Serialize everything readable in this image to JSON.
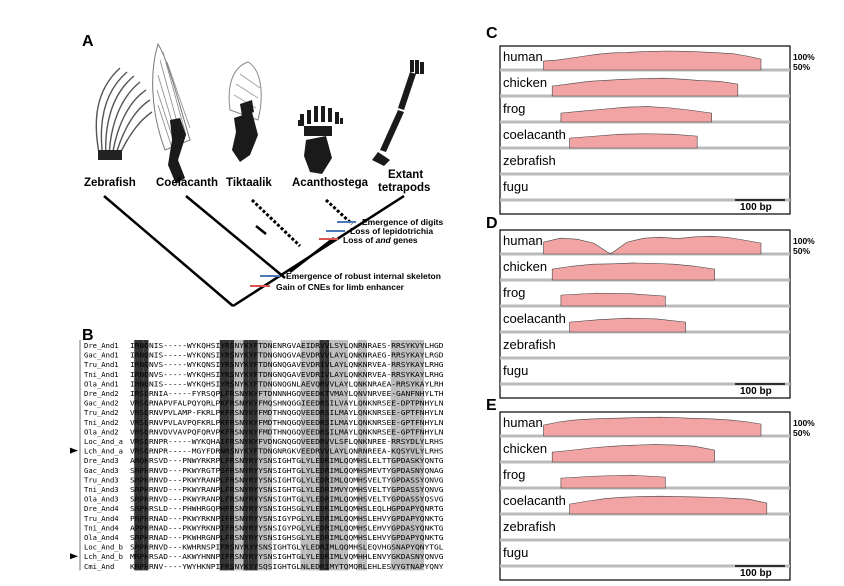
{
  "panel_letters": {
    "A": "A",
    "B": "B",
    "C": "C",
    "D": "D",
    "E": "E"
  },
  "taxa": [
    "Zebrafish",
    "Coelacanth",
    "Tiktaalik",
    "Acanthostega",
    "Extant",
    "tetrapods"
  ],
  "events": [
    {
      "label": "Emergence of digits",
      "color": "#4a78b8"
    },
    {
      "label": "Loss of lepidotrichia",
      "color": "#4a78b8"
    },
    {
      "label_pre": "Loss of ",
      "label_ital": "and",
      "label_post": " genes",
      "color": "#d9534f"
    },
    {
      "label": "Emergence of robust internal skeleton",
      "color": "#4a78b8"
    },
    {
      "label": "Gain of CNEs for limb enhancer",
      "color": "#d9534f"
    }
  ],
  "alignment_rows": [
    {
      "name": "Dre_And1",
      "seq": "IRNQNIS-----WYKQHSIYRSNYKYFTDNENRGVAEIDRVVLSYLQNRNRAES-RRSYKVYLHGD"
    },
    {
      "name": "Gac_And1",
      "seq": "IRNQNIS-----WYKQNSIYRSNYKYFTDNGNQGVAEVDRVVLAYLQNKNRAEG-RRSYKAYLRGD"
    },
    {
      "name": "Tru_And1",
      "seq": "IRNQNVS-----WYKQNSIYRSNYKYFTDNGNQGAVEVDRIVLAYLQNKNRVEA-RRSYKAYLRHGD"
    },
    {
      "name": "Tni_And1",
      "seq": "IRNQNVS-----WYKQHSIYRSNYKYFTDNGNQGAVEVDRIVLAYLQNKNRVEA-RRSYKAYLRHGD"
    },
    {
      "name": "Ola_And1",
      "seq": "IRNQNIS-----WYKQHSIYRSNYKYFTDNGNQGNLAEVQRVVLAYLQNKNRAEA-RRSYKAYLRHGD"
    },
    {
      "name": "Dre_And2",
      "seq": "IRSQRNIA-----FYRSQPLFRSNYKYFTDNNNHGQVEEDKTVMAYLQNVNRVEE-GANFNHYLTHSSD"
    },
    {
      "name": "Gac_And2",
      "seq": "VRSQRNAPVFALPQYQRLPKFRSNYKYFMQSHNQGGIEEDRSILVAYLQNKNRSEE-DPTPNHYLNHSE"
    },
    {
      "name": "Tru_And2",
      "seq": "VRSQRNVPVLAMP-FKRLPKFRSNYKYFMDTHNQGQVEEDRSILMAYLQNKNRSEE-GPTFNHYLNHSE"
    },
    {
      "name": "Tni_And2",
      "seq": "VRSQRNVPVLAVPQFKRLPKFRSNYKYFMDTHNQGQVEEDRSILMAYLQNKNRSEE-GPTFNHYLNHSE"
    },
    {
      "name": "Ola_And2",
      "seq": "VRSQRNVDVVAVPQFQRVPKFRSNYKYFMDTHNQGQVEEDRSILMAYLQNKNRSEE-GPTFNHYLNHSQ"
    },
    {
      "name": "Loc_And_a",
      "seq": "VRSQRNPR-----WYKQHAIFRSNYKYFVDNGNQGQVEEDRVVLSFLQNKNREE-RRSYDLYLRHSQ"
    },
    {
      "name": "Lch_And_a",
      "seq": "VRSQRNPR-----MGYFDRNRSNYKYFTDNGNRGKVEEDRVVLAYLQNRNREEA-KQSYVLYLRHSE",
      "mark": true
    },
    {
      "name": "Dre_And3",
      "seq": "ARQHRSVD---PNWYRKRPLFRSNYRYYSNSIGHTGLYLEDRIMLQQMHSLELTTGPDASKYQNTGL"
    },
    {
      "name": "Gac_And3",
      "seq": "SRPHRNVD---PKWYRGTPSFRSNYRYYSNSIGHTGLYLEDRIMLQQMHSMEVTYGPDASNYQNAGV"
    },
    {
      "name": "Tru_And3",
      "seq": "SRPHRNVD---PKWYRANPLFRSNYRYYSNSIGHTGLYLEDRIMLQQMHSVELTYGPDASSYQNVGV"
    },
    {
      "name": "Tni_And3",
      "seq": "SRPHRNVD---PKWYRANPLFRSNYRYYSNSIGHTGLYLEDRIMVYQMHSVELTYGPDASSYQNVGV"
    },
    {
      "name": "Ola_And3",
      "seq": "SRPHRNVD---PKWYRANPLFRSNYRYYSNSIGHTGLYLEDRIMLQQMHSVELTYGPDASSYQSVGV"
    },
    {
      "name": "Dre_And4",
      "seq": "SRPHRSLD---PHWHRGQPHFRSNYRYYSNSIGHSGLYLEDRIMLQQMHSLEQLHGPDAPYQNRTGH"
    },
    {
      "name": "Tru_And4",
      "seq": "PRPHRNAD---PKWYRKNPIFRSNYRYYSNSIGYPGLYLEDRIMLQQMHSLEHVYGPDAPYQNKTGM"
    },
    {
      "name": "Tni_And4",
      "seq": "APPHRNAD---PKWYRKNPIFRSNYRYYSNSIGYPGLYLEDRIMLQQMHSLEHVYGPDASYQNKTGM"
    },
    {
      "name": "Ola_And4",
      "seq": "SRPHRNAD---PKWHRGNPLFRSNYRYYSNSIGHSGLYLEDRIMLQQMHSLEHVYGPDAPYQNKTGVP"
    },
    {
      "name": "Loc_And_b",
      "seq": "SRPHRNVD---KWHRNSPIFRSNYRYYSNSIGHTGLYLEDRIMLQQMHSLEQVHGSNAPYQNYTGL"
    },
    {
      "name": "Lch_And_b",
      "seq": "MRPHRSAD---AKWYHNNPIFRSNYRYYSNSIGHTGLYLEDRIMLVQMHHLENVYGKDASNYQNVGP",
      "mark": true
    },
    {
      "name": "Cmi_And",
      "seq": "KRPHRNV----YWYHKNPIFRSNYKYYSQSIGHTGLNLEDRIMYTQMQRLEHLESVYGTNAPYQNYTGV"
    }
  ],
  "panel_C": {
    "tracks": [
      {
        "name": "human",
        "cover": [
          0.45,
          0.5,
          0.6,
          0.7,
          0.8,
          0.86,
          0.88,
          0.92,
          0.94,
          0.96,
          0.95,
          0.93,
          0.9,
          0.86,
          0.82,
          0.7,
          0.55
        ]
      },
      {
        "name": "chicken",
        "cover": [
          0.5,
          0.62,
          0.74,
          0.8,
          0.85,
          0.88,
          0.9,
          0.85,
          0.78,
          0.74,
          0.6
        ]
      },
      {
        "name": "frog",
        "cover": [
          0.45,
          0.55,
          0.65,
          0.75,
          0.78,
          0.72,
          0.6,
          0.45
        ]
      },
      {
        "name": "coelacanth",
        "cover": [
          0.5,
          0.6,
          0.7,
          0.72,
          0.7,
          0.6
        ]
      },
      {
        "name": "zebrafish",
        "cover": []
      },
      {
        "name": "fugu",
        "cover": []
      }
    ],
    "pct_top": "100%",
    "pct_mid": "50%",
    "scale": "100 bp"
  },
  "panel_D": {
    "tracks": [
      {
        "name": "human",
        "cover": [
          0.6,
          0.8,
          0.75,
          0.55,
          0.0,
          0.6,
          0.8,
          0.85,
          0.78,
          0.86,
          0.9,
          0.84,
          0.7,
          0.55
        ]
      },
      {
        "name": "chicken",
        "cover": [
          0.55,
          0.7,
          0.8,
          0.82,
          0.86,
          0.84,
          0.8,
          0.7,
          0.55
        ]
      },
      {
        "name": "frog",
        "cover": [
          0.55,
          0.65,
          0.62,
          0.5
        ]
      },
      {
        "name": "coelacanth",
        "cover": [
          0.5,
          0.62,
          0.7,
          0.66,
          0.5
        ]
      },
      {
        "name": "zebrafish",
        "cover": []
      },
      {
        "name": "fugu",
        "cover": []
      }
    ],
    "pct_top": "100%",
    "pct_mid": "50%",
    "scale": "100 bp"
  },
  "panel_E": {
    "tracks": [
      {
        "name": "human",
        "cover": [
          0.55,
          0.7,
          0.8,
          0.85,
          0.88,
          0.9,
          0.92,
          0.94,
          0.95,
          0.93,
          0.9,
          0.88,
          0.85,
          0.8,
          0.72,
          0.6
        ]
      },
      {
        "name": "chicken",
        "cover": [
          0.5,
          0.6,
          0.72,
          0.8,
          0.85,
          0.88,
          0.86,
          0.8,
          0.6
        ]
      },
      {
        "name": "frog",
        "cover": [
          0.5,
          0.6,
          0.65,
          0.55
        ]
      },
      {
        "name": "coelacanth",
        "cover": [
          0.5,
          0.65,
          0.78,
          0.85,
          0.88,
          0.9,
          0.88,
          0.86,
          0.84,
          0.8,
          0.75,
          0.55
        ]
      },
      {
        "name": "zebrafish",
        "cover": []
      },
      {
        "name": "fugu",
        "cover": []
      }
    ],
    "pct_top": "100%",
    "pct_mid": "50%",
    "scale": "100 bp"
  },
  "colors": {
    "peak": "#f2a3a3",
    "peak_edge": "#444444",
    "track_bg": "#ffffff",
    "baseline": "#bbbbbb",
    "box": "#000000"
  }
}
